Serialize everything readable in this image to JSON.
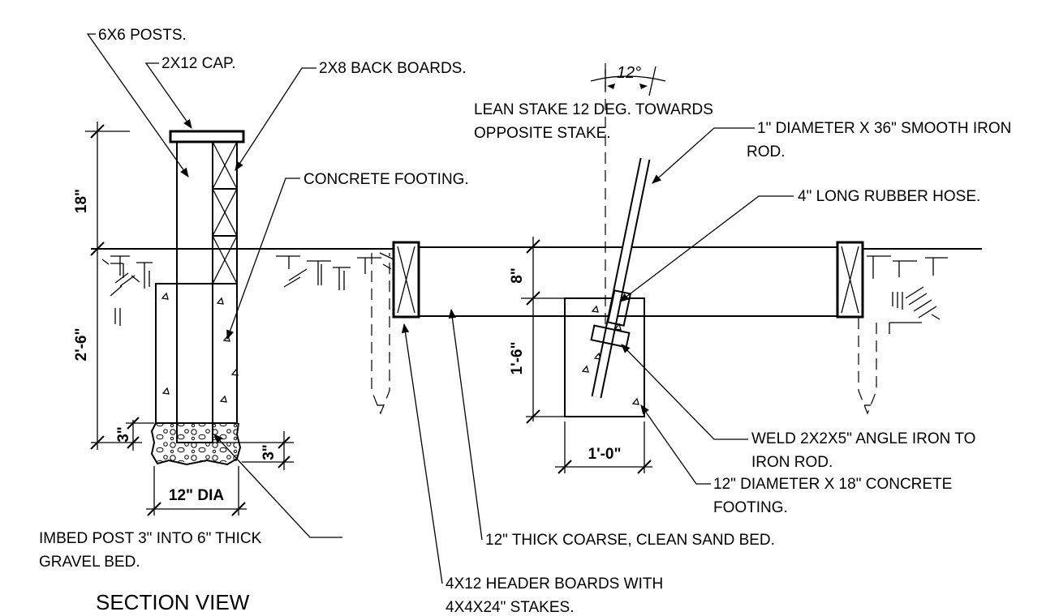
{
  "labels": {
    "posts": "6X6 POSTS.",
    "cap": "2X12 CAP.",
    "back_boards": "2X8 BACK BOARDS.",
    "concrete_footing": "CONCRETE FOOTING.",
    "lean_stake_1": "LEAN STAKE 12 DEG.  TOWARDS",
    "lean_stake_2": "OPPOSITE STAKE.",
    "iron_rod_1": "1\" DIAMETER X 36\" SMOOTH IRON",
    "iron_rod_2": "ROD.",
    "rubber_hose": "4\" LONG RUBBER HOSE.",
    "weld_1": "WELD 2X2X5\" ANGLE IRON TO",
    "weld_2": "IRON ROD.",
    "footing12_1": "12\" DIAMETER X 18\" CONCRETE",
    "footing12_2": "FOOTING.",
    "sand_bed": "12\" THICK COARSE, CLEAN SAND BED.",
    "header_1": "4X12 HEADER BOARDS WITH",
    "header_2": "4X4X24\" STAKES.",
    "imbed_1": "IMBED POST 3\" INTO 6\" THICK",
    "imbed_2": "GRAVEL BED."
  },
  "dimensions": {
    "post_above": "18\"",
    "post_below": "2'-6\"",
    "gravel_left": "3\"",
    "gravel_right": "3\"",
    "footing_dia": "12\" DIA",
    "sand_depth": "8\"",
    "stake_depth": "1'-6\"",
    "stake_width": "1'-0\"",
    "angle": "12°"
  },
  "title": "SECTION VIEW"
}
